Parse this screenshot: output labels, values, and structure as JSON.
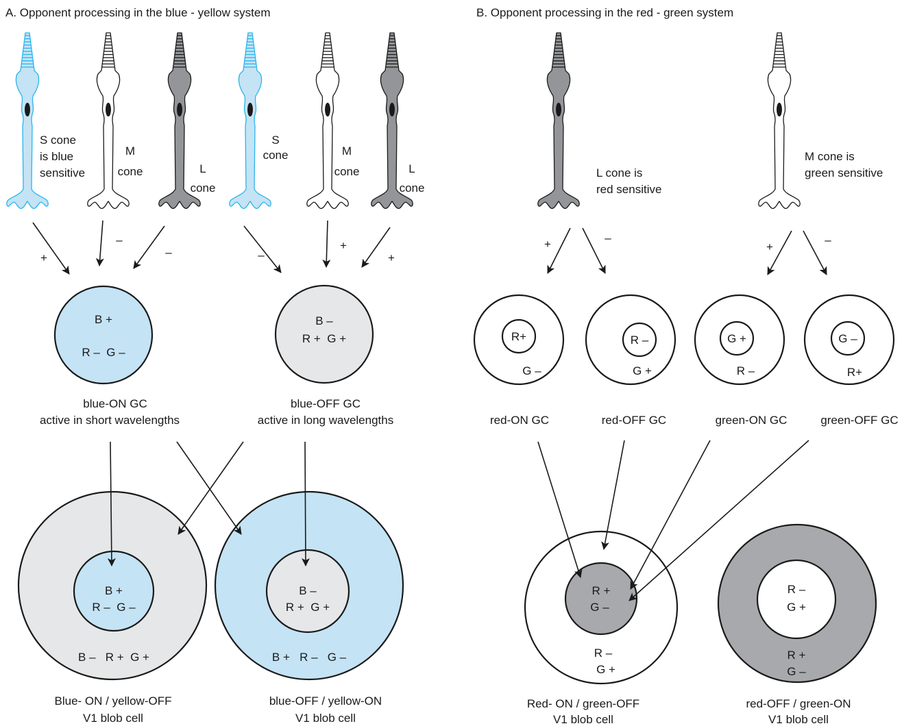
{
  "colors": {
    "blue": "#c4e3f5",
    "blue_stroke": "#29b5ec",
    "gray_light": "#e6e7e8",
    "gray_dark": "#a7a9ac",
    "cone_gray": "#939598",
    "line": "#1a1a1a"
  },
  "panel_a": {
    "title": "A. Opponent processing in the blue - yellow system",
    "cones": [
      {
        "line1": "S cone",
        "line2": "is blue",
        "line3": "sensitive"
      },
      {
        "line1": "M",
        "line2": "cone"
      },
      {
        "line1": "L",
        "line2": "cone"
      },
      {
        "line1": "S",
        "line2": "cone"
      },
      {
        "line1": "M",
        "line2": "cone"
      },
      {
        "line1": "L",
        "line2": "cone"
      }
    ],
    "signs": [
      "+",
      "–",
      "–",
      "–",
      "+",
      "+"
    ],
    "gc": [
      {
        "top": "B +",
        "bottom": "R –  G –",
        "name": "blue-ON GC",
        "desc": "active in short wavelengths"
      },
      {
        "top": "B –",
        "bottom": "R +  G +",
        "name": "blue-OFF GC",
        "desc": "active in long wavelengths"
      }
    ],
    "v1": [
      {
        "inner1": "B +",
        "inner2": "R –  G –",
        "outer": "B –   R +  G +",
        "name": "Blue- ON / yellow-OFF",
        "type": "V1 blob cell"
      },
      {
        "inner1": "B –",
        "inner2": "R +  G +",
        "outer": "B +   R –   G –",
        "name": "blue-OFF / yellow-ON",
        "type": "V1 blob cell"
      }
    ]
  },
  "panel_b": {
    "title": "B. Opponent processing in the red - green system",
    "cones": [
      {
        "line1": "L cone is",
        "line2": "red sensitive"
      },
      {
        "line1": "M cone is",
        "line2": "green sensitive"
      }
    ],
    "signs": [
      "+",
      "–",
      "+",
      "–"
    ],
    "gc": [
      {
        "center": "R+",
        "surround": "G –",
        "name": "red-ON GC"
      },
      {
        "center": "R –",
        "surround": "G +",
        "name": "red-OFF GC"
      },
      {
        "center": "G +",
        "surround": "R –",
        "name": "green-ON GC"
      },
      {
        "center": "G –",
        "surround": "R+",
        "name": "green-OFF GC"
      }
    ],
    "v1": [
      {
        "inner1": "R +",
        "inner2": "G –",
        "outer1": "R –",
        "outer2": "G +",
        "name": "Red- ON / green-OFF",
        "type": "V1 blob cell"
      },
      {
        "inner1": "R –",
        "inner2": "G +",
        "outer1": "R +",
        "outer2": "G –",
        "name": "red-OFF / green-ON",
        "type": "V1 blob cell"
      }
    ]
  }
}
